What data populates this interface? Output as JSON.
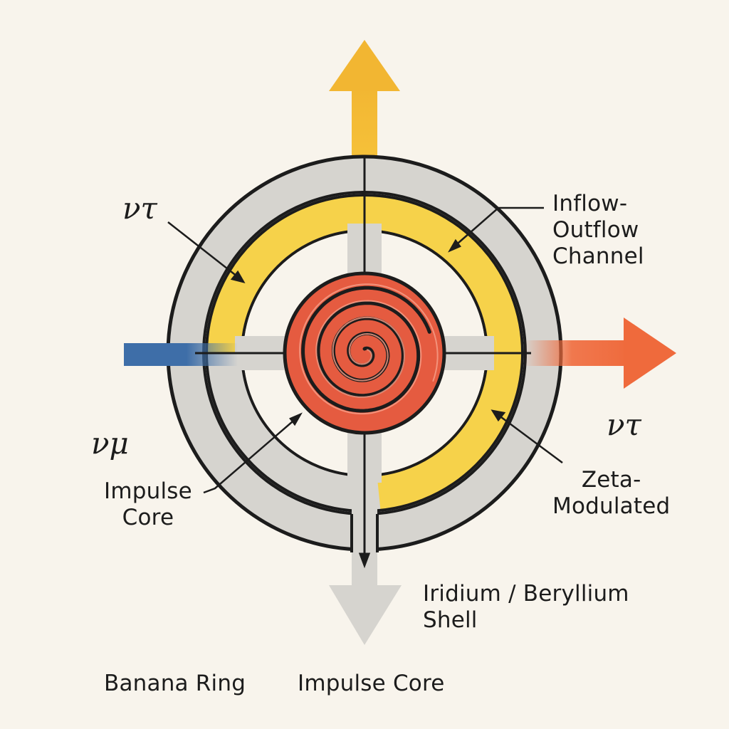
{
  "colors": {
    "background": "#f8f4ec",
    "shell_gray": "#d6d4cf",
    "channel_yellow": "#f6d24a",
    "top_arrow_orange_yellow": "#f2b632",
    "inflow_blue": "#3e6ea8",
    "outflow_orange": "#ef6a3c",
    "core_red": "#e55b40",
    "outline": "#1c1c1c"
  },
  "icons": {
    "core": "spiral-icon",
    "arrows": [
      "arrow-up-icon",
      "arrow-right-icon",
      "arrow-down-icon"
    ]
  },
  "labels": {
    "nu_tau_left": "ντ",
    "nu_tau_right": "ντ",
    "nu_mu": "νμ",
    "inflow_outflow_channel": "Inflow-\nOutflow\nChannel",
    "zeta_modulated": "Zeta-\nModulated",
    "impulse_core_left": "Impulse\nCore",
    "iridium_beryllium_shell": "Iridium / Beryllium\nShell",
    "banana_ring": "Banana Ring",
    "impulse_core_bottom": "Impulse Core"
  }
}
